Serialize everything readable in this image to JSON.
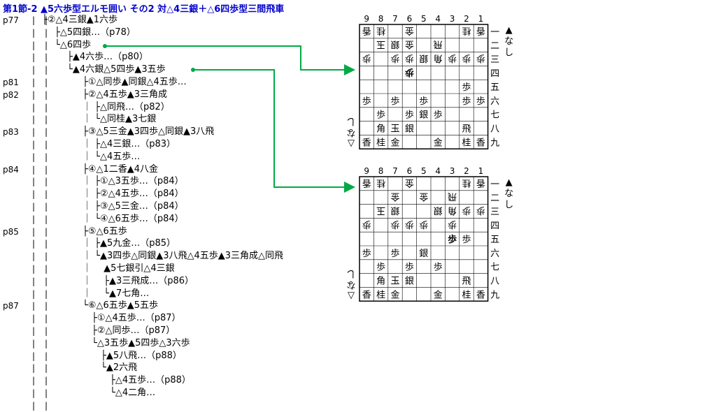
{
  "title": "第1節-2 ▲5六歩型エルモ囲い その2 対△4三銀＋△6四歩型三間飛車",
  "tree": [
    {
      "page": "p77",
      "bars": "｜ ｜",
      "text": "├②△4三銀▲1六歩",
      "indent": 0
    },
    {
      "page": "",
      "bars": "｜ ｜",
      "text": "├△5四銀…（p78）",
      "indent": 1
    },
    {
      "page": "",
      "bars": "｜ ｜",
      "text": "└△6四歩",
      "indent": 1
    },
    {
      "page": "",
      "bars": "｜ ｜",
      "text": "├▲4六歩…（p80）",
      "indent": 2
    },
    {
      "page": "",
      "bars": "｜ ｜",
      "text": "└▲4六銀△5四歩▲3五歩",
      "indent": 2
    },
    {
      "page": "p81",
      "bars": "｜ ｜",
      "text": "├①△同歩▲同銀△4五歩…",
      "indent": 3
    },
    {
      "page": "p82",
      "bars": "｜ ｜",
      "text": "├②△4五歩▲3三角成",
      "indent": 3
    },
    {
      "page": "",
      "bars": "｜ ｜",
      "text": "｜ ├△同飛…（p82）",
      "indent": 3
    },
    {
      "page": "",
      "bars": "｜ ｜",
      "text": "｜ └△同桂▲3七銀",
      "indent": 3
    },
    {
      "page": "p83",
      "bars": "｜ ｜",
      "text": "├③△5三金▲3四歩△同銀▲3八飛",
      "indent": 3
    },
    {
      "page": "",
      "bars": "｜ ｜",
      "text": "｜ ├△4三銀…（p83）",
      "indent": 3
    },
    {
      "page": "",
      "bars": "｜ ｜",
      "text": "｜ └△4五歩…",
      "indent": 3
    },
    {
      "page": "p84",
      "bars": "｜ ｜",
      "text": "├④△1二香▲4八金",
      "indent": 3
    },
    {
      "page": "",
      "bars": "｜ ｜",
      "text": "｜ ├①△3五歩…（p84）",
      "indent": 3
    },
    {
      "page": "",
      "bars": "｜ ｜",
      "text": "｜ ├②△4五歩…（p84）",
      "indent": 3
    },
    {
      "page": "",
      "bars": "｜ ｜",
      "text": "｜ ├③△5三金…（p84）",
      "indent": 3
    },
    {
      "page": "",
      "bars": "｜ ｜",
      "text": "｜ └④△6五歩…（p84）",
      "indent": 3
    },
    {
      "page": "p85",
      "bars": "｜ ｜",
      "text": "├⑤△6五歩",
      "indent": 3
    },
    {
      "page": "",
      "bars": "｜ ｜",
      "text": "｜ ├▲5九金…（p85）",
      "indent": 3
    },
    {
      "page": "",
      "bars": "｜ ｜",
      "text": "｜ └▲3四歩△同銀▲3八飛△4五歩▲3三角成△同飛",
      "indent": 3
    },
    {
      "page": "",
      "bars": "｜ ｜",
      "text": "｜　 ▲5七銀引△4三銀",
      "indent": 3
    },
    {
      "page": "",
      "bars": "｜ ｜",
      "text": "｜　 ├▲3三飛成…（p86）",
      "indent": 3
    },
    {
      "page": "",
      "bars": "｜ ｜",
      "text": "｜　 └▲7七角…",
      "indent": 3
    },
    {
      "page": "p87",
      "bars": "｜ ｜",
      "text": "└⑥△6五歩▲5五歩",
      "indent": 3
    },
    {
      "page": "",
      "bars": "｜ ｜",
      "text": "　├①△4五歩…（p87）",
      "indent": 3
    },
    {
      "page": "",
      "bars": "｜ ｜",
      "text": "　├②△同歩…（p87）",
      "indent": 3
    },
    {
      "page": "",
      "bars": "｜ ｜",
      "text": "　└△3五歩▲5四歩△3六歩",
      "indent": 3
    },
    {
      "page": "",
      "bars": "｜ ｜",
      "text": "　　├▲5八飛…（p88）",
      "indent": 3
    },
    {
      "page": "",
      "bars": "｜ ｜",
      "text": "　　└▲2六飛",
      "indent": 3
    },
    {
      "page": "",
      "bars": "｜ ｜",
      "text": "　　　├△4五歩…（p88）",
      "indent": 3
    },
    {
      "page": "",
      "bars": "｜ ｜",
      "text": "　　　└△4二角…",
      "indent": 3
    },
    {
      "page": "",
      "bars": "｜ ｜",
      "text": "",
      "indent": 3
    }
  ],
  "boards": [
    {
      "files": [
        "9",
        "8",
        "7",
        "6",
        "5",
        "4",
        "3",
        "2",
        "1"
      ],
      "ranks": [
        "一",
        "二",
        "三",
        "四",
        "五",
        "六",
        "七",
        "八",
        "九"
      ],
      "sente_hand": "▲なし",
      "gote_hand": "△なし",
      "cells": [
        [
          "香g",
          "桂g",
          "",
          "金g",
          "",
          "",
          "",
          "桂g",
          "香g"
        ],
        [
          "",
          "玉g",
          "銀g",
          "金g",
          "",
          "飛g",
          "",
          "",
          ""
        ],
        [
          "歩g",
          "",
          "歩g",
          "歩g",
          "銀g",
          "角g",
          "歩g",
          "歩g",
          "歩g"
        ],
        [
          "",
          "",
          "",
          "歩g!",
          "",
          "",
          "",
          "",
          ""
        ],
        [
          "",
          "",
          "",
          "",
          "",
          "",
          "",
          "歩",
          ""
        ],
        [
          "歩",
          "",
          "歩",
          "",
          "歩",
          "",
          "",
          "歩",
          "歩"
        ],
        [
          "",
          "歩",
          "",
          "歩",
          "銀",
          "歩",
          "",
          "",
          ""
        ],
        [
          "",
          "角",
          "玉",
          "銀",
          "",
          "",
          "",
          "飛",
          ""
        ],
        [
          "香",
          "桂",
          "金",
          "",
          "",
          "金",
          "",
          "桂",
          "香"
        ]
      ]
    },
    {
      "files": [
        "9",
        "8",
        "7",
        "6",
        "5",
        "4",
        "3",
        "2",
        "1"
      ],
      "ranks": [
        "一",
        "二",
        "三",
        "四",
        "五",
        "六",
        "七",
        "八",
        "九"
      ],
      "sente_hand": "▲なし",
      "gote_hand": "△なし",
      "cells": [
        [
          "香g",
          "桂g",
          "",
          "金g",
          "",
          "",
          "",
          "桂g",
          "香g"
        ],
        [
          "",
          "",
          "金g",
          "",
          "金g",
          "",
          "飛g",
          "",
          ""
        ],
        [
          "",
          "玉g",
          "銀g",
          "",
          "",
          "銀g",
          "角g",
          "歩g",
          "歩g"
        ],
        [
          "歩g",
          "",
          "歩g",
          "歩g",
          "歩g",
          "",
          "歩g",
          "",
          ""
        ],
        [
          "",
          "",
          "",
          "",
          "",
          "",
          "歩!",
          "歩",
          ""
        ],
        [
          "歩",
          "",
          "歩",
          "",
          "銀",
          "",
          "",
          "",
          ""
        ],
        [
          "",
          "歩",
          "",
          "歩",
          "",
          "歩",
          "",
          "",
          ""
        ],
        [
          "",
          "角",
          "玉",
          "銀",
          "",
          "",
          "",
          "飛",
          ""
        ],
        [
          "香",
          "桂",
          "金",
          "",
          "",
          "金",
          "",
          "桂",
          "香"
        ]
      ]
    }
  ],
  "colors": {
    "title": "#0000cc",
    "connector": "#00aa44"
  }
}
